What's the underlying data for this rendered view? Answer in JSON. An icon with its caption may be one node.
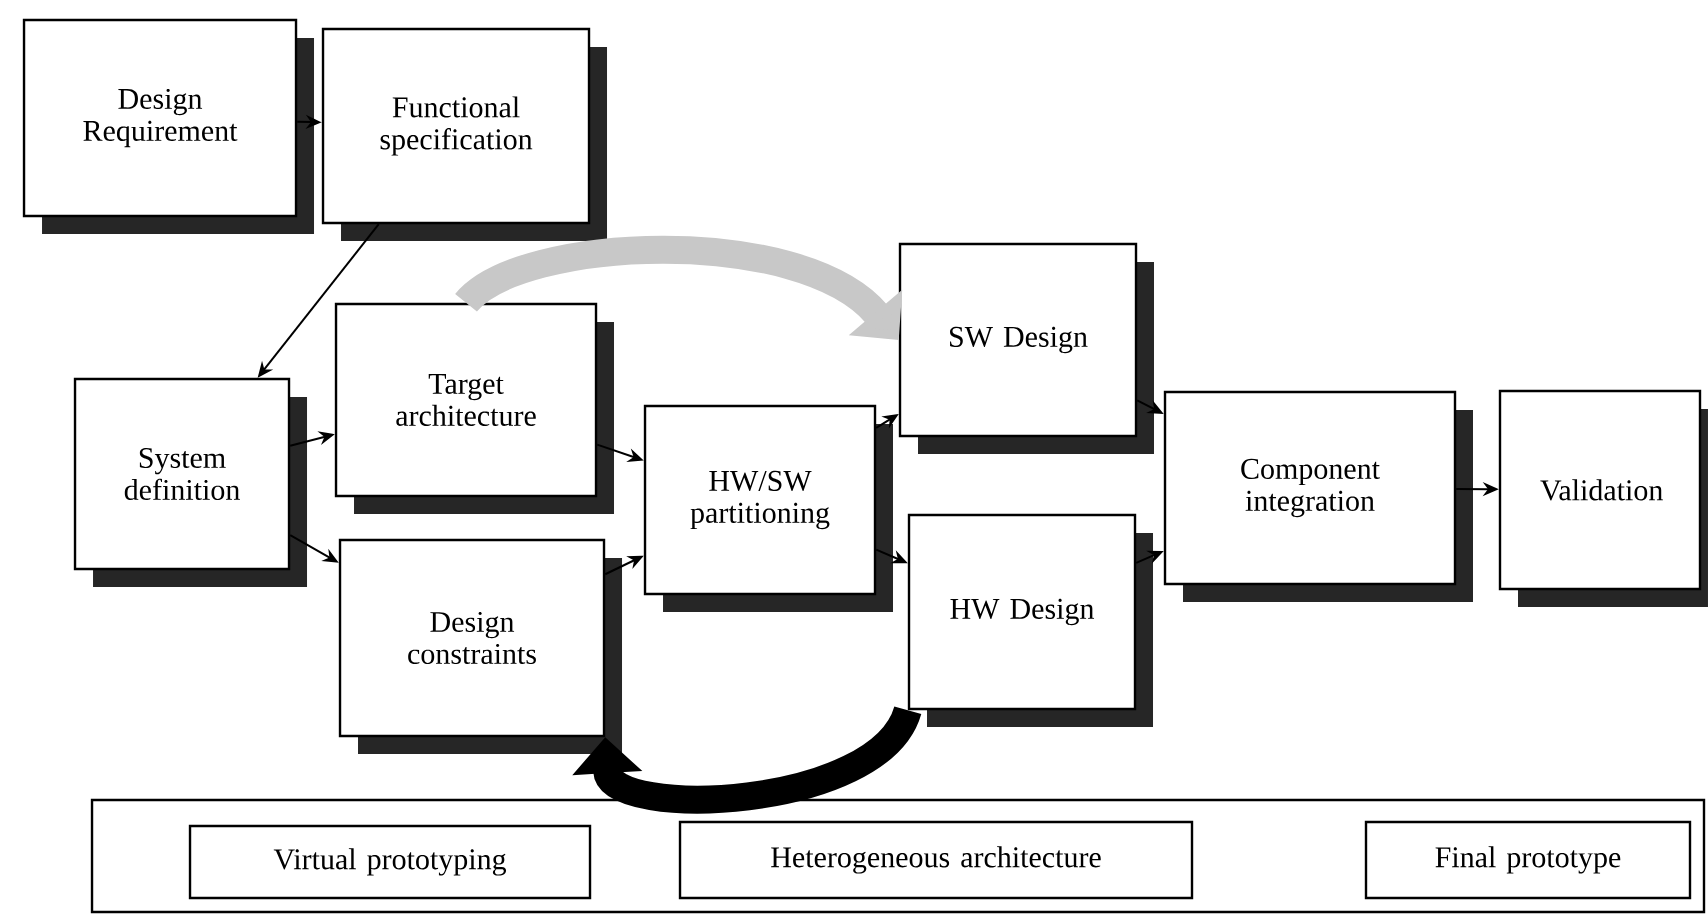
{
  "diagram": {
    "nodes": [
      {
        "text": [
          "Design Requirement"
        ]
      },
      {
        "text": [
          "Functional specification"
        ]
      },
      {
        "text": [
          "System definition"
        ]
      },
      {
        "text": [
          "Target architecture"
        ]
      },
      {
        "text": [
          "Design constraints"
        ]
      },
      {
        "text": [
          "HW/SW partitioning"
        ]
      },
      {
        "text": [
          "SW Design"
        ]
      },
      {
        "text": [
          "HW Design"
        ]
      },
      {
        "text": [
          "Component integration"
        ]
      },
      {
        "text": [
          "Validation"
        ]
      },
      {
        "text": [],
        "shape": "box"
      },
      {
        "text": [
          "Virtual prototyping"
        ],
        "in": 10
      },
      {
        "text": [
          "Heterogeneous architecture"
        ],
        "in": 10
      },
      {
        "text": [
          "Final prototype"
        ],
        "in": 10
      }
    ],
    "edges": [
      {
        "from": 0,
        "to": 1,
        "arrow": "to"
      },
      {
        "from": 1,
        "to": 2,
        "arrow": "to"
      },
      {
        "from": 2,
        "to": 3,
        "arrow": "to"
      },
      {
        "from": 2,
        "to": 4,
        "arrow": "to"
      },
      {
        "from": 3,
        "to": 5,
        "arrow": "to"
      },
      {
        "from": 4,
        "to": 5,
        "arrow": "to"
      },
      {
        "from": 5,
        "to": 6,
        "arrow": "to"
      },
      {
        "from": 5,
        "to": 7,
        "arrow": "to"
      },
      {
        "from": 6,
        "to": 8,
        "arrow": "to"
      },
      {
        "from": 7,
        "to": 8,
        "arrow": "to"
      },
      {
        "from": 8,
        "to": 9,
        "arrow": "to"
      },
      {
        "from": 3,
        "to": 6,
        "arrow": "to",
        "style": "thick",
        "color": "#c8c8c8"
      },
      {
        "from": 7,
        "to": 4,
        "arrow": "to",
        "style": "thick"
      }
    ]
  }
}
